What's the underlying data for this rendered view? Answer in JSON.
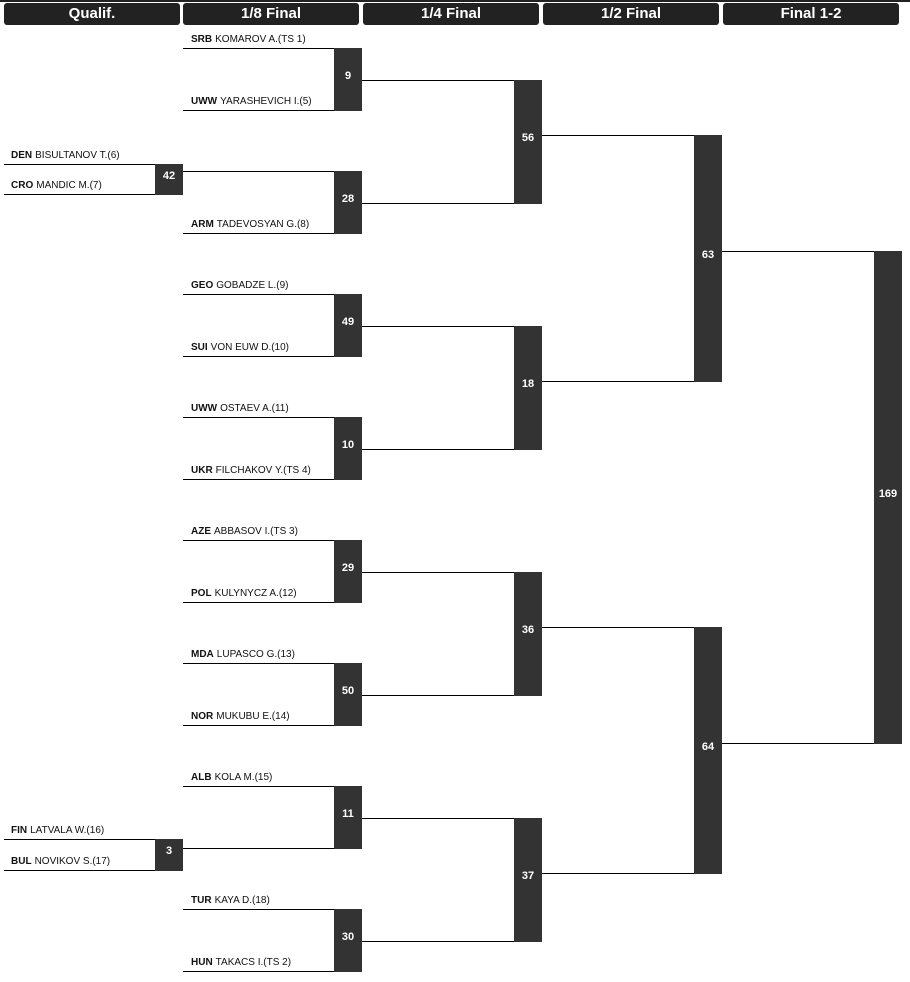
{
  "headers": [
    "Qualif.",
    "1/8 Final",
    "1/4 Final",
    "1/2 Final",
    "Final 1-2"
  ],
  "qualif": {
    "top": [
      {
        "nat": "DEN",
        "name": "BISULTANOV T.(6)"
      },
      {
        "nat": "CRO",
        "name": "MANDIC M.(7)"
      }
    ],
    "top_bout": "42",
    "bottom": [
      {
        "nat": "FIN",
        "name": "LATVALA W.(16)"
      },
      {
        "nat": "BUL",
        "name": "NOVIKOV S.(17)"
      }
    ],
    "bottom_bout": "3"
  },
  "round16": [
    {
      "nat": "SRB",
      "name": "KOMAROV A.(TS 1)"
    },
    {
      "nat": "UWW",
      "name": "YARASHEVICH I.(5)"
    },
    {
      "nat": "",
      "name": ""
    },
    {
      "nat": "ARM",
      "name": "TADEVOSYAN G.(8)"
    },
    {
      "nat": "GEO",
      "name": "GOBADZE L.(9)"
    },
    {
      "nat": "SUI",
      "name": "VON EUW D.(10)"
    },
    {
      "nat": "UWW",
      "name": "OSTAEV A.(11)"
    },
    {
      "nat": "UKR",
      "name": "FILCHAKOV Y.(TS 4)"
    },
    {
      "nat": "AZE",
      "name": "ABBASOV I.(TS 3)"
    },
    {
      "nat": "POL",
      "name": "KULYNYCZ A.(12)"
    },
    {
      "nat": "MDA",
      "name": "LUPASCO G.(13)"
    },
    {
      "nat": "NOR",
      "name": "MUKUBU E.(14)"
    },
    {
      "nat": "ALB",
      "name": "KOLA M.(15)"
    },
    {
      "nat": "",
      "name": ""
    },
    {
      "nat": "TUR",
      "name": "KAYA D.(18)"
    },
    {
      "nat": "HUN",
      "name": "TAKACS I.(TS 2)"
    }
  ],
  "bouts": {
    "round16": [
      "9",
      "28",
      "49",
      "10",
      "29",
      "50",
      "11",
      "30"
    ],
    "quarter": [
      "56",
      "18",
      "36",
      "37"
    ],
    "semi": [
      "63",
      "64"
    ],
    "final": "169"
  }
}
